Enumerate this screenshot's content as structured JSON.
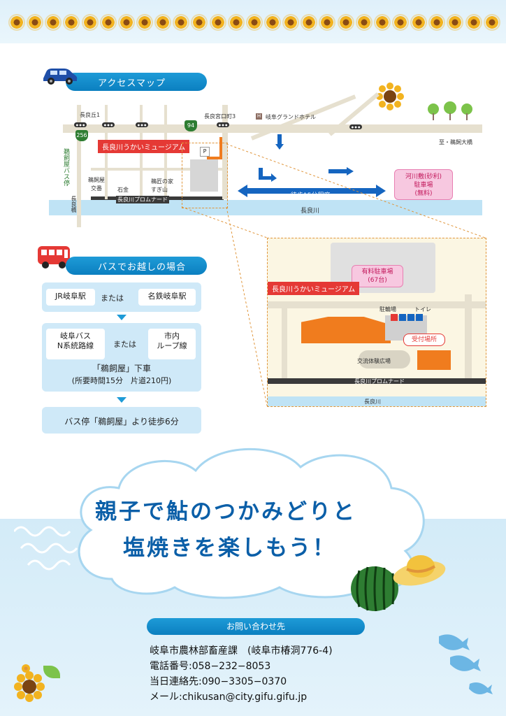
{
  "access": {
    "title": "アクセスマップ",
    "labels": {
      "nagaraoka": "長良丘1",
      "route256": "256",
      "route94": "94",
      "nagaramiyaguchi": "長良宮口町3",
      "hotel": "岐阜グランドホテル",
      "museum": "長良川うかいミュージアム",
      "parking_p": "P",
      "ukaiya_stop": "鵜飼屋バス停",
      "ukaiya_crossing_1": "鵜飼屋",
      "ukaiya_crossing_2": "交番",
      "ishikin": "石金",
      "takumi_1": "鵜匠の家",
      "takumi_2": "すぎ山",
      "nagarabashi": "長良橋",
      "promenade": "長良川プロムナード",
      "walk": "徒歩15分程度",
      "river": "長良川",
      "ukai_ohashi": "至・鵜飼大橋",
      "kawara_1": "河川敷(砂利)",
      "kawara_2": "駐車場",
      "kawara_3": "(無料)",
      "hotel_h": "H"
    }
  },
  "detail_map": {
    "museum": "長良川うかいミュージアム",
    "paid_parking_1": "有料駐車場",
    "paid_parking_2": "(67台)",
    "bicycle": "駐輪場",
    "toilet": "トイレ",
    "reception": "受付場所",
    "plaza": "交流体験広場",
    "promenade": "長良川プロムナード",
    "river": "長良川"
  },
  "bus": {
    "title": "バスでお越しの場合",
    "jr": "JR岐阜駅",
    "or1": "または",
    "meitetsu": "名鉄岐阜駅",
    "gifu_bus_1": "岐阜バス",
    "gifu_bus_2": "N系統路線",
    "or2": "または",
    "loop_1": "市内",
    "loop_2": "ループ線",
    "getoff": "「鵜飼屋」下車",
    "time": "(所要時間15分　片道210円)",
    "walk": "バス停「鵜飼屋」より徒歩6分"
  },
  "headline": {
    "line1": "親子で鮎のつかみどりと",
    "line2": "塩焼きを楽しもう！"
  },
  "contact": {
    "title": "お問い合わせ先",
    "dept": "岐阜市農林部畜産課　(岐阜市椿洞776-4)",
    "phone": "電話番号:058−232−8053",
    "sameday": "当日連絡先:090−3305−0370",
    "mail": "メール:chikusan@city.gifu.gifu.jp"
  },
  "colors": {
    "accent_blue": "#0b7fc0",
    "headline_blue": "#0b5fa8",
    "red": "#e53935",
    "pink": "#f7c8e0",
    "orange": "#f07c1e",
    "sea": "#d3ebf8"
  }
}
